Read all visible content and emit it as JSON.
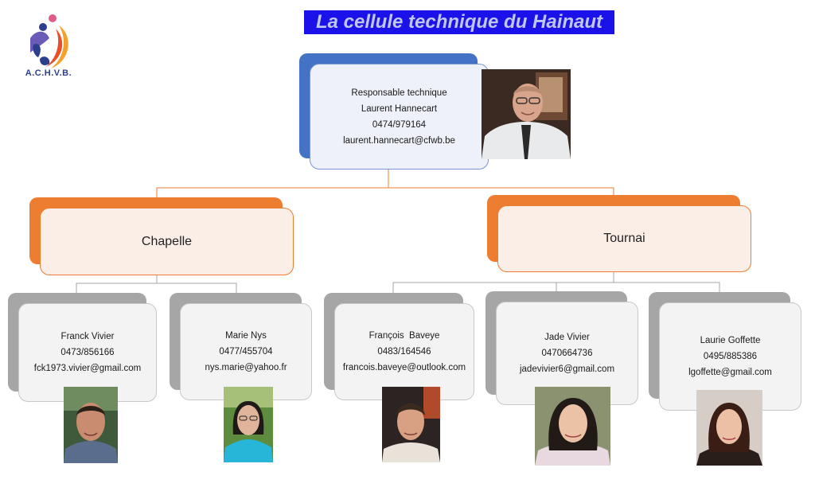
{
  "logo": {
    "text": "A.C.H.V.B."
  },
  "title": "La cellule technique du Hainaut",
  "head": {
    "lines": [
      "Responsable technique",
      "Laurent Hannecart",
      "0474/979164",
      "laurent.hannecart@cfwb.be"
    ]
  },
  "sites": {
    "left": "Chapelle",
    "right": "Tournai"
  },
  "members": [
    {
      "lines": [
        "Franck Vivier",
        "0473/856166",
        "fck1973.vivier@gmail.com"
      ]
    },
    {
      "lines": [
        "Marie Nys",
        "0477/455704",
        "nys.marie@yahoo.fr"
      ]
    },
    {
      "lines": [
        "François  Baveye",
        "0483/164546",
        "francois.baveye@outlook.com"
      ]
    },
    {
      "lines": [
        "Jade Vivier",
        "0470664736",
        "jadevivier6@gmail.com"
      ]
    },
    {
      "lines": [
        "Laurie Goffette",
        "0495/885386",
        "lgoffette@gmail.com"
      ]
    }
  ],
  "colors": {
    "title_bg": "#1a12e8",
    "head_accent": "#4472c4",
    "site_accent": "#ed7d31",
    "member_accent": "#a6a6a6"
  }
}
